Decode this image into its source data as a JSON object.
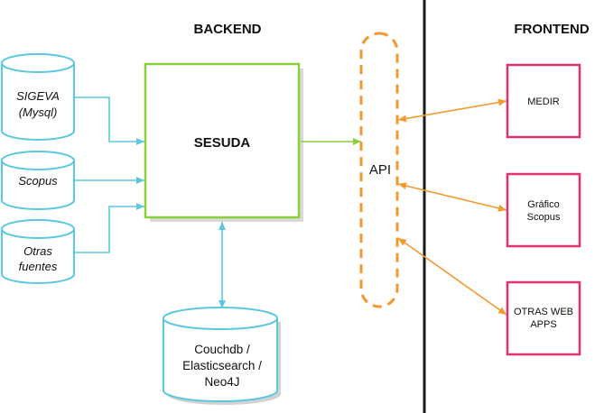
{
  "headers": {
    "backend": "BACKEND",
    "frontend": "FRONTEND"
  },
  "sources": [
    {
      "line1": "SIGEVA",
      "line2": "(Mysql)"
    },
    {
      "line1": "Scopus"
    },
    {
      "line1": "Otras",
      "line2": "fuentes"
    }
  ],
  "core": {
    "label": "SESUDA"
  },
  "database": {
    "line1": "Couchdb /",
    "line2": "Elasticsearch /",
    "line3": "Neo4J"
  },
  "api": {
    "label": "API"
  },
  "apps": [
    {
      "line1": "MEDIR"
    },
    {
      "line1": "Gráfico",
      "line2": "Scopus"
    },
    {
      "line1": "OTRAS WEB",
      "line2": "APPS"
    }
  ],
  "colors": {
    "source_arrow": "#5bc8e0",
    "core_border": "#8ccf3c",
    "api_border": "#f29a2e",
    "app_border": "#e0306e",
    "app_arrow": "#f29a2e",
    "divider": "#1a1a1a"
  }
}
